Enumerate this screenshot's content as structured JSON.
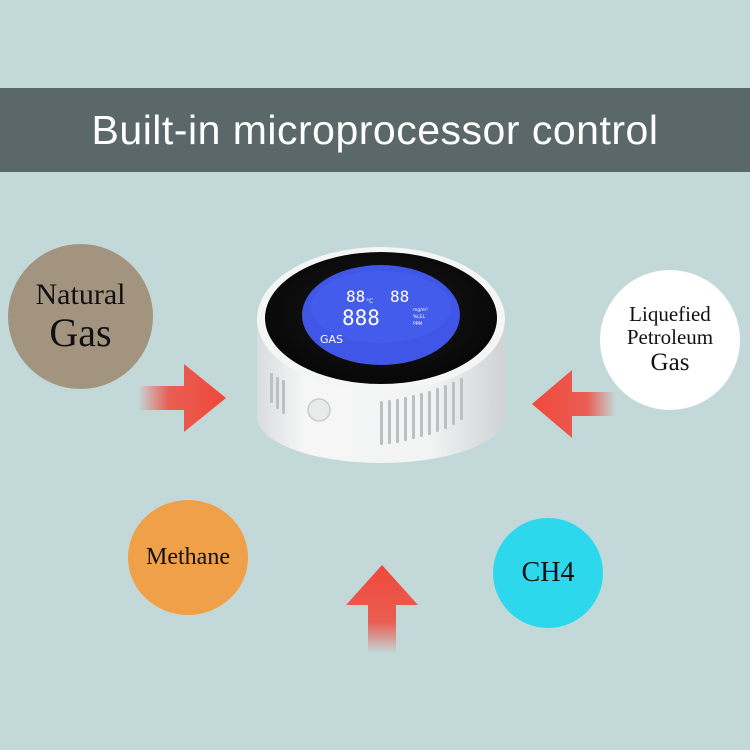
{
  "banner": {
    "title": "Built-in microprocessor control"
  },
  "gases": {
    "natural_gas": {
      "line1": "Natural",
      "line2": "Gas"
    },
    "lpg": {
      "line1": "Liquefied",
      "line2": "Petroleum",
      "line3": "Gas"
    },
    "methane": {
      "label": "Methane"
    },
    "ch4": {
      "label": "CH4"
    }
  },
  "device": {
    "display": {
      "temp_digits": "88",
      "temp_unit": "°C",
      "humidity_digits": "88",
      "main_digits": "888",
      "unit_mg": "mg/m³",
      "unit_lel": "%LEL",
      "unit_ppm": "PPM",
      "gas_label": "GAS"
    }
  },
  "colors": {
    "background": "#c3d8d8",
    "banner": "#5b6869",
    "natural_gas_circle": "#a39480",
    "lpg_circle": "#ffffff",
    "methane_circle": "#f0a048",
    "ch4_circle": "#2ed8ec",
    "arrow": "#f0483a",
    "lcd": "#3f56e6"
  }
}
